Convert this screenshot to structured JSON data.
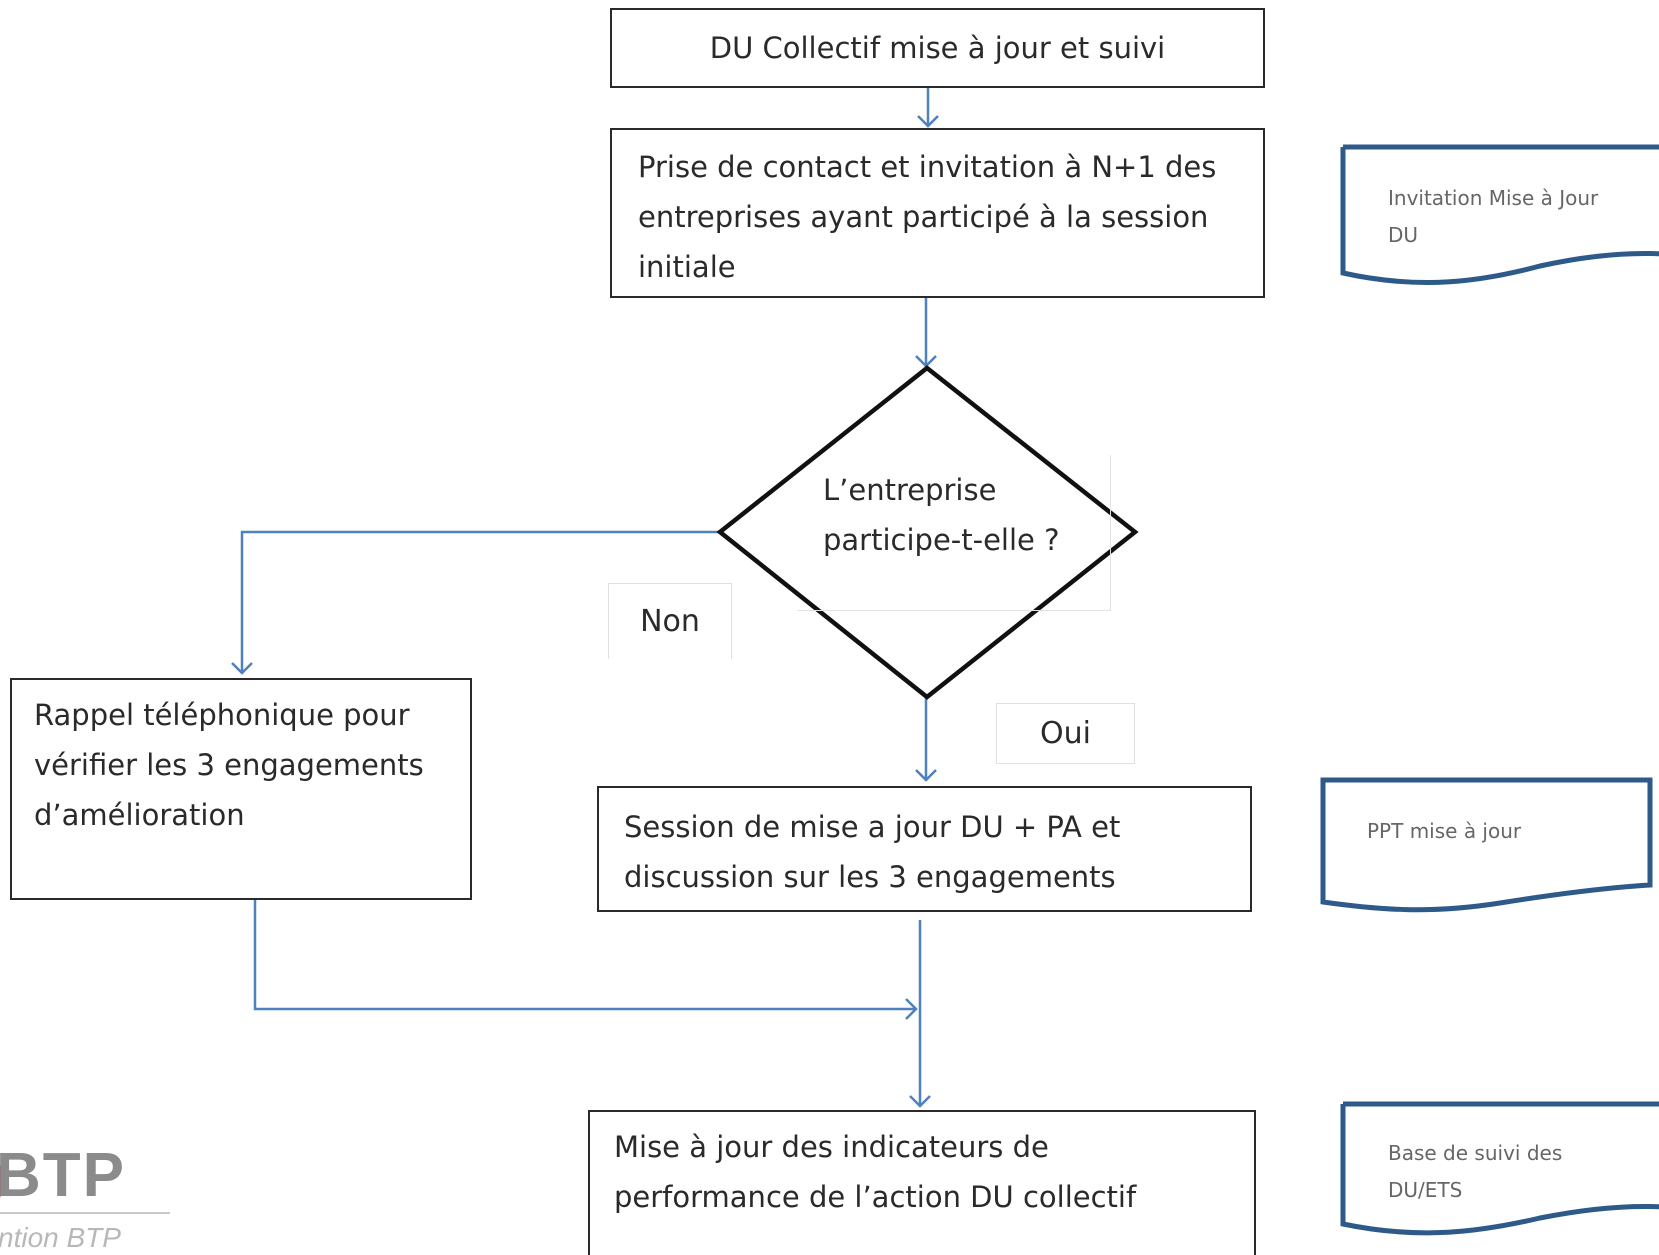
{
  "flowchart": {
    "start_box": {
      "text": "DU Collectif mise à jour et suivi"
    },
    "contact_box": {
      "lines": [
        "Prise de contact et invitation à N+1 des",
        "entreprises ayant participé à la session",
        "initiale"
      ]
    },
    "decision": {
      "lines": [
        "L’entreprise",
        "participe-t-elle ?"
      ]
    },
    "label_non": "Non",
    "label_oui": "Oui",
    "rappel_box": {
      "lines": [
        "Rappel téléphonique pour",
        "vérifier les 3 engagements",
        "d’amélioration"
      ]
    },
    "session_box": {
      "lines": [
        "Session de mise a jour DU + PA et",
        "discussion sur les 3 engagements"
      ]
    },
    "indicators_box": {
      "lines": [
        "Mise à jour des indicateurs de",
        "performance de l’action DU collectif"
      ]
    }
  },
  "documents": {
    "invitation": {
      "lines": [
        "Invitation Mise à Jour",
        "DU"
      ]
    },
    "ppt": {
      "lines": [
        "PPT mise à jour"
      ]
    },
    "base": {
      "lines": [
        "Base de suivi des",
        "DU/ETS"
      ]
    }
  },
  "logo": {
    "brand": "BTP",
    "tagline": "ntion BTP",
    "accent_color": "#b3262b"
  },
  "colors": {
    "connector": "#4f81bd",
    "document_border": "#2e5a8a",
    "box_border": "#2a2a2a"
  }
}
